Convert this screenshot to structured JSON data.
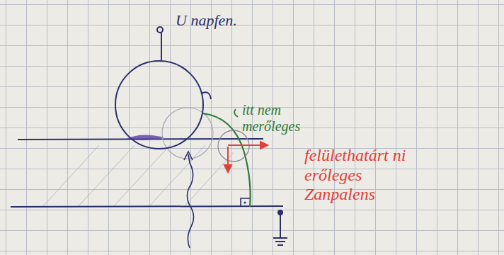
{
  "diagram": {
    "labels": [
      "U napfen.",
      "itt nem merőleges",
      "felülethatárt ni erőleges Zanpalens"
    ]
  }
}
